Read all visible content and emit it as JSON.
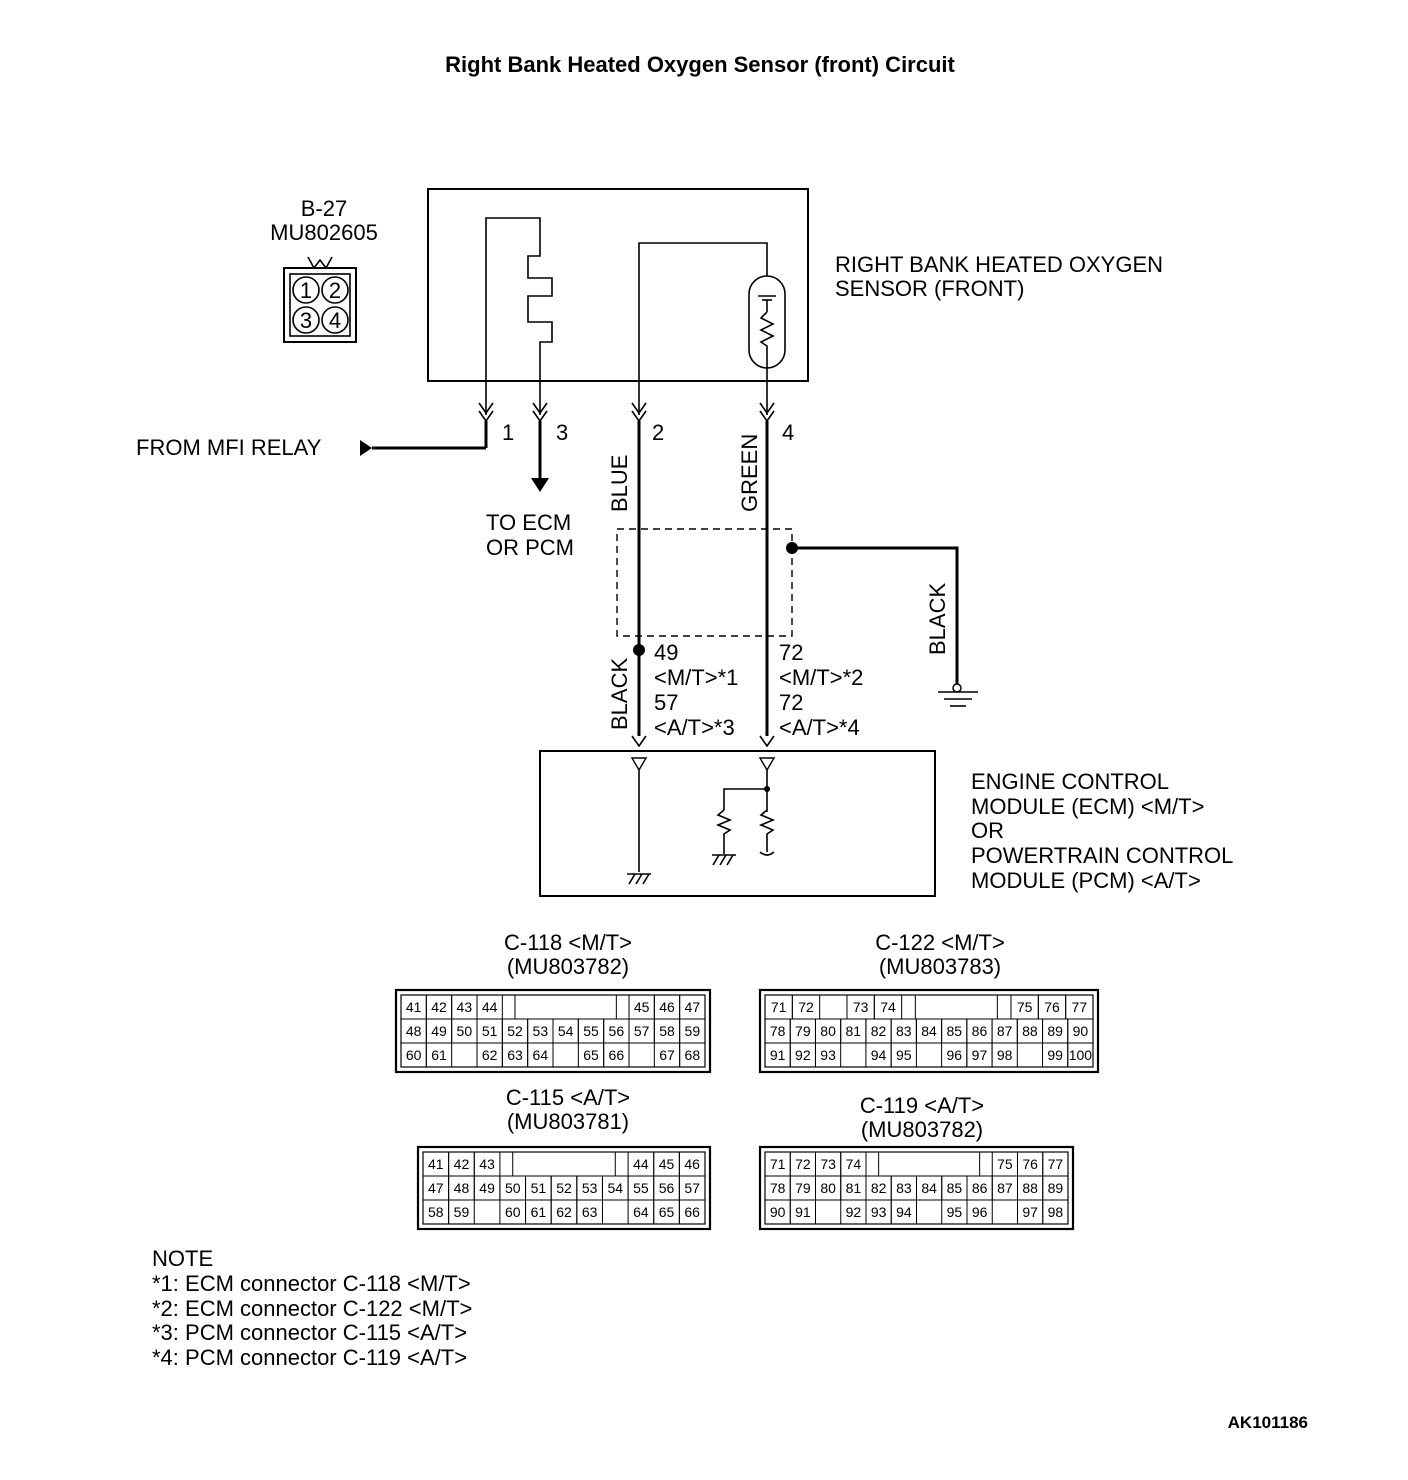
{
  "title": "Right Bank Heated Oxygen Sensor (front) Circuit",
  "figure_id": "AK101186",
  "sensor_connector": {
    "id": "B-27",
    "part": "MU802605",
    "pins": [
      "1",
      "2",
      "3",
      "4"
    ]
  },
  "sensor_label": [
    "RIGHT BANK HEATED OXYGEN",
    "SENSOR (FRONT)"
  ],
  "from_relay": "FROM MFI RELAY",
  "to_ecm": [
    "TO ECM",
    "OR PCM"
  ],
  "pin_numbers": {
    "p1": "1",
    "p3": "3",
    "p2": "2",
    "p4": "4"
  },
  "wire_colors": {
    "blue": "BLUE",
    "green": "GREEN",
    "black_shield": "BLACK",
    "black_ecm": "BLACK"
  },
  "left_terminal": [
    "49",
    "<M/T>*1",
    "57",
    "<A/T>*3"
  ],
  "right_terminal": [
    "72",
    "<M/T>*2",
    "72",
    "<A/T>*4"
  ],
  "module_label": [
    "ENGINE CONTROL",
    "MODULE (ECM) <M/T>",
    "OR",
    "POWERTRAIN CONTROL",
    "MODULE (PCM) <A/T>"
  ],
  "connectors": [
    {
      "title": "C-118 <M/T>",
      "part": "(MU803782)",
      "rows": [
        [
          "41",
          "42",
          "43",
          "44",
          "",
          "",
          "",
          "",
          "",
          "45",
          "46",
          "47"
        ],
        [
          "48",
          "49",
          "50",
          "51",
          "52",
          "53",
          "54",
          "55",
          "56",
          "57",
          "58",
          "59"
        ],
        [
          "60",
          "61",
          "",
          "62",
          "63",
          "64",
          "",
          "65",
          "66",
          "",
          "67",
          "68"
        ]
      ]
    },
    {
      "title": "C-122 <M/T>",
      "part": "(MU803783)",
      "rows": [
        [
          "71",
          "72",
          "",
          "73",
          "74",
          "",
          "",
          "",
          "",
          "75",
          "76",
          "77"
        ],
        [
          "78",
          "79",
          "80",
          "81",
          "82",
          "83",
          "84",
          "85",
          "86",
          "87",
          "88",
          "89",
          "90"
        ],
        [
          "91",
          "92",
          "93",
          "",
          "94",
          "95",
          "",
          "96",
          "97",
          "98",
          "",
          "99",
          "100"
        ]
      ]
    },
    {
      "title": "C-115 <A/T>",
      "part": "(MU803781)",
      "rows": [
        [
          "41",
          "42",
          "43",
          "",
          "",
          "",
          "",
          "",
          "44",
          "45",
          "46"
        ],
        [
          "47",
          "48",
          "49",
          "50",
          "51",
          "52",
          "53",
          "54",
          "55",
          "56",
          "57"
        ],
        [
          "58",
          "59",
          "",
          "60",
          "61",
          "62",
          "63",
          "",
          "64",
          "65",
          "66"
        ]
      ]
    },
    {
      "title": "C-119 <A/T>",
      "part": "(MU803782)",
      "rows": [
        [
          "71",
          "72",
          "73",
          "74",
          "",
          "",
          "",
          "",
          "",
          "75",
          "76",
          "77"
        ],
        [
          "78",
          "79",
          "80",
          "81",
          "82",
          "83",
          "84",
          "85",
          "86",
          "87",
          "88",
          "89"
        ],
        [
          "90",
          "91",
          "",
          "92",
          "93",
          "94",
          "",
          "95",
          "96",
          "",
          "97",
          "98"
        ]
      ]
    }
  ],
  "note": {
    "heading": "NOTE",
    "lines": [
      "*1: ECM connector C-118 <M/T>",
      "*2: ECM connector C-122 <M/T>",
      "*3: PCM connector C-115 <A/T>",
      "*4: PCM connector C-119 <A/T>"
    ]
  }
}
